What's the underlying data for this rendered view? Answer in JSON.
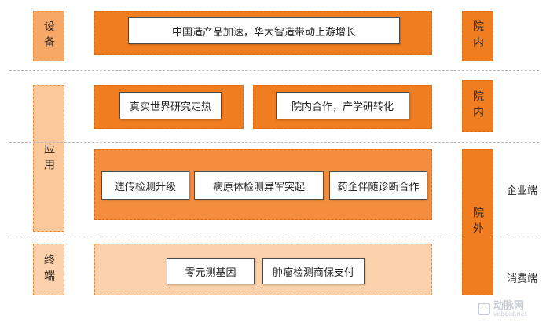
{
  "colors": {
    "orange": "#f07d1f",
    "light_orange": "#f8a866",
    "pale_orange": "#fbc89a",
    "pale_peach": "#fcd2ac"
  },
  "left_labels": {
    "device": "设备",
    "application": "应用",
    "terminal": "终端"
  },
  "right_labels": {
    "inhouse_1": "院内",
    "inhouse_2": "院内",
    "outside": "院外",
    "enterprise": "企业端",
    "consumer": "消费端"
  },
  "boxes": {
    "device_main": "中国造产品加速，华大智造带动上游增长",
    "real_world": "真实世界研究走热",
    "inhouse_coop": "院内合作，产学研转化",
    "genetic_test": "遗传检测升级",
    "pathogen_test": "病原体检测异军突起",
    "pharma_coop": "药企伴随诊断合作",
    "zero_gene": "零元测基因",
    "tumor_insurance": "肿瘤检测商保支付"
  },
  "watermark": {
    "name": "动脉网",
    "url": "vcbeat.net"
  }
}
